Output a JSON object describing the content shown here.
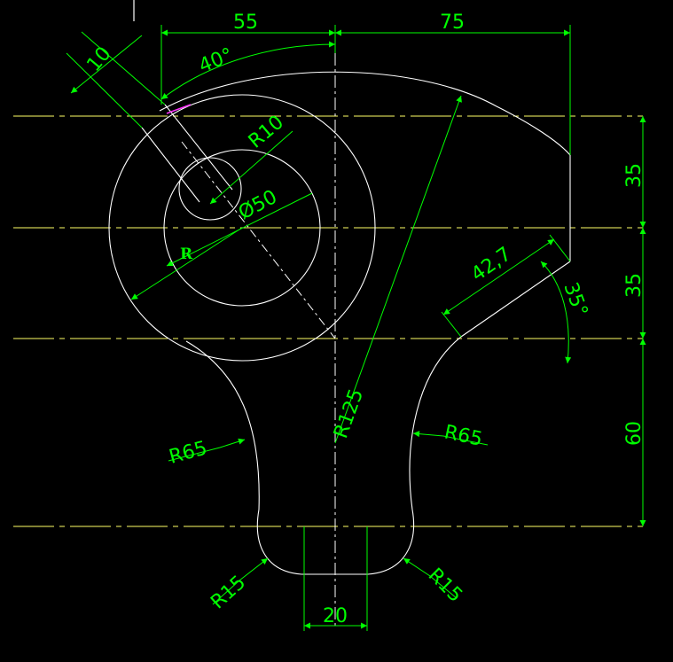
{
  "drawing": {
    "colors": {
      "background": "#000000",
      "object": "#ffffff",
      "center": "#ffff66",
      "dimension": "#00ff00"
    },
    "dimensions": {
      "top_left": "55",
      "top_right": "75",
      "slot_width": "10",
      "angle_top": "40°",
      "radius_small_hole": "R10",
      "diameter_mid": "Ø50",
      "radius_outer": "R",
      "radius_large_arc": "R125",
      "slant_length": "42,7",
      "angle_right": "35°",
      "right_35_a": "35",
      "right_35_b": "35",
      "right_60": "60",
      "radius_left_waist": "R65",
      "radius_right_waist": "R65",
      "radius_left_fillet": "R15",
      "radius_right_fillet": "R15",
      "bottom_width": "20"
    }
  }
}
